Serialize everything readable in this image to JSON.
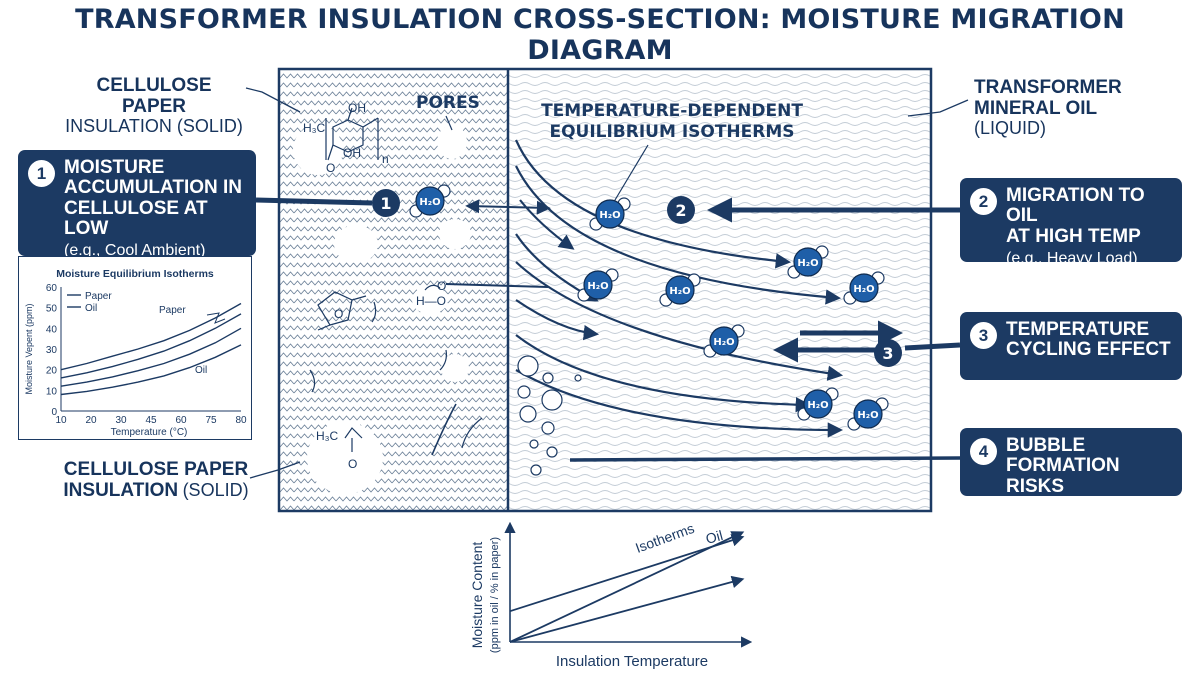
{
  "title": "TRANSFORMER INSULATION CROSS-SECTION: MOISTURE MIGRATION DIAGRAM",
  "labels": {
    "paper_top_bold": "CELLULOSE PAPER",
    "paper_top_normal": "INSULATION (SOLID)",
    "paper_bottom_bold1": "CELLULOSE PAPER",
    "paper_bottom_bold2": "INSULATION",
    "paper_bottom_normal": "(SOLID)",
    "oil_bold1": "TRANSFORMER",
    "oil_bold2": "MINERAL OIL",
    "oil_normal": "(LIQUID)",
    "pores": "PORES",
    "isotherms_line1": "TEMPERATURE-DEPENDENT",
    "isotherms_line2": "EQUILIBRIUM ISOTHERMS",
    "water": "H₂O",
    "chem_methyl": "H₃C",
    "chem_oh": "OH",
    "chem_o": "O",
    "chem_n": "n",
    "chem_ho": "H—O"
  },
  "callouts": [
    {
      "num": "1",
      "line1": "MOISTURE",
      "line2": "ACCUMULATION IN",
      "line3": "CELLULOSE AT LOW",
      "sub": "(e.g., Cool Ambient)"
    },
    {
      "num": "2",
      "line1": "MIGRATION TO OIL",
      "line2": "AT HIGH TEMP",
      "sub": "(e.g., Heavy Load)"
    },
    {
      "num": "3",
      "line1": "TEMPERATURE",
      "line2": "CYCLING EFFECT"
    },
    {
      "num": "4",
      "line1": "BUBBLE",
      "line2": "FORMATION RISKS"
    }
  ],
  "markers": [
    "1",
    "2",
    "3"
  ],
  "colors": {
    "navy": "#1c3a63",
    "water_blue": "#1f5fa8",
    "hatch": "#6d8299"
  },
  "inset_chart": {
    "type": "line",
    "title": "Moisture Equilibrium Isotherms",
    "xlabel": "Temperature (°C)",
    "ylabel": "Moisture Vepent (ppm)",
    "xticks": [
      "10",
      "20",
      "30",
      "45",
      "60",
      "75",
      "80"
    ],
    "yticks": [
      "0",
      "10",
      "20",
      "30",
      "40",
      "50",
      "60"
    ],
    "xlim": [
      10,
      80
    ],
    "ylim": [
      0,
      60
    ],
    "legend": [
      "Paper",
      "Oil"
    ],
    "curve_labels": {
      "paper": "Paper",
      "oil": "Oil"
    },
    "series": [
      {
        "name": "Paper",
        "x": [
          10,
          20,
          30,
          40,
          50,
          60,
          70,
          80
        ],
        "y": [
          20,
          23,
          26.5,
          30,
          34,
          39,
          45,
          52
        ]
      },
      {
        "name": "Paper",
        "x": [
          10,
          20,
          30,
          40,
          50,
          60,
          70,
          80
        ],
        "y": [
          16,
          18.5,
          21.5,
          25,
          29,
          34,
          40,
          47
        ]
      },
      {
        "name": "Oil",
        "x": [
          10,
          20,
          30,
          40,
          50,
          60,
          70,
          80
        ],
        "y": [
          12,
          14,
          16.5,
          19.5,
          23,
          27.5,
          33,
          40
        ]
      },
      {
        "name": "Oil",
        "x": [
          10,
          20,
          30,
          40,
          50,
          60,
          70,
          80
        ],
        "y": [
          8,
          9.5,
          11.5,
          14,
          17,
          21,
          26,
          32
        ]
      }
    ]
  },
  "chart_data": {
    "type": "line",
    "title": "",
    "xlabel": "Insulation Temperature",
    "ylabel_line1": "Moisture Content",
    "ylabel_line2": "(ppm in oil / % in paper)",
    "curve_labels": [
      "Isotherms",
      "Oil"
    ],
    "xlim": [
      0,
      1
    ],
    "ylim": [
      0,
      1
    ],
    "series": [
      {
        "name": "Isotherms",
        "x": [
          0,
          1
        ],
        "y": [
          0.27,
          0.92
        ]
      },
      {
        "name": "Oil",
        "x": [
          0,
          1
        ],
        "y": [
          0.0,
          0.96
        ]
      },
      {
        "name": "",
        "x": [
          0,
          1
        ],
        "y": [
          0.0,
          0.55
        ]
      }
    ]
  }
}
